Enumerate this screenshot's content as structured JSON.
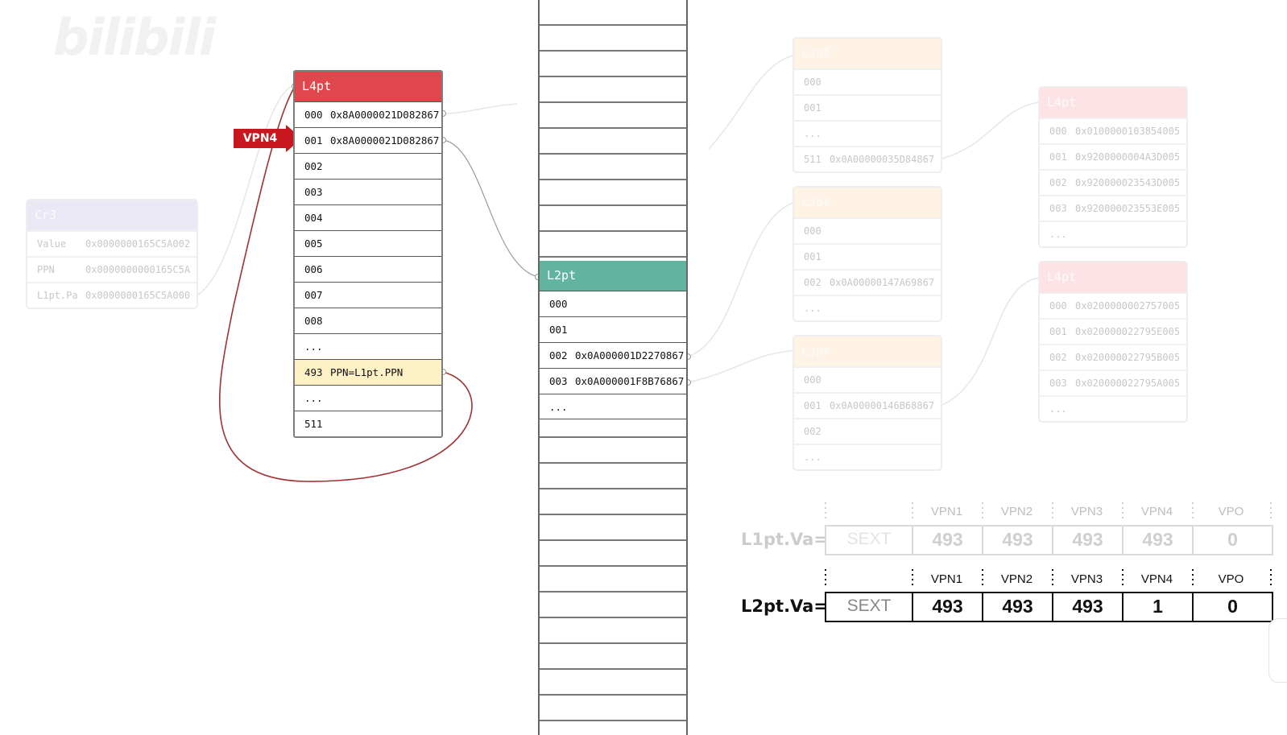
{
  "watermark": "bilibili",
  "cr3": {
    "title": "Cr3",
    "rows": [
      {
        "idx": "Value",
        "val": "0x0000000165C5A002"
      },
      {
        "idx": "PPN",
        "val": "0x0000000000165C5A"
      },
      {
        "idx": "L1pt.Pa",
        "val": "0x0000000165C5A000"
      }
    ]
  },
  "l4pt_main": {
    "title": "L4pt",
    "pointer_label": "VPN4",
    "rows": [
      {
        "idx": "000",
        "val": "0x8A0000021D082867"
      },
      {
        "idx": "001",
        "val": "0x8A0000021D082867"
      },
      {
        "idx": "002",
        "val": ""
      },
      {
        "idx": "003",
        "val": ""
      },
      {
        "idx": "004",
        "val": ""
      },
      {
        "idx": "005",
        "val": ""
      },
      {
        "idx": "006",
        "val": ""
      },
      {
        "idx": "007",
        "val": ""
      },
      {
        "idx": "008",
        "val": ""
      },
      {
        "idx": "...",
        "val": ""
      },
      {
        "idx": "493",
        "val": "PPN=L1pt.PPN"
      },
      {
        "idx": "...",
        "val": ""
      },
      {
        "idx": "511",
        "val": ""
      }
    ]
  },
  "l2pt": {
    "title": "L2pt",
    "rows": [
      {
        "idx": "000",
        "val": ""
      },
      {
        "idx": "001",
        "val": ""
      },
      {
        "idx": "002",
        "val": "0x0A000001D2270867"
      },
      {
        "idx": "003",
        "val": "0x0A000001F8B76867"
      },
      {
        "idx": "...",
        "val": ""
      }
    ]
  },
  "l3pt_boxes": [
    {
      "title": "L3pt",
      "rows": [
        {
          "idx": "000",
          "val": ""
        },
        {
          "idx": "001",
          "val": ""
        },
        {
          "idx": "...",
          "val": ""
        },
        {
          "idx": "511",
          "val": "0x0A00000035D84867"
        }
      ]
    },
    {
      "title": "L3pt",
      "rows": [
        {
          "idx": "000",
          "val": ""
        },
        {
          "idx": "001",
          "val": ""
        },
        {
          "idx": "002",
          "val": "0x0A00000147A69867"
        },
        {
          "idx": "...",
          "val": ""
        }
      ]
    },
    {
      "title": "L3pt",
      "rows": [
        {
          "idx": "000",
          "val": ""
        },
        {
          "idx": "001",
          "val": "0x0A00000146B68867"
        },
        {
          "idx": "002",
          "val": ""
        },
        {
          "idx": "...",
          "val": ""
        }
      ]
    }
  ],
  "l4pt_faded": [
    {
      "title": "L4pt",
      "rows": [
        {
          "idx": "000",
          "val": "0x0100000103854005"
        },
        {
          "idx": "001",
          "val": "0x9200000004A3D005"
        },
        {
          "idx": "002",
          "val": "0x920000023543D005"
        },
        {
          "idx": "003",
          "val": "0x920000023553E005"
        },
        {
          "idx": "...",
          "val": ""
        }
      ]
    },
    {
      "title": "L4pt",
      "rows": [
        {
          "idx": "000",
          "val": "0x0200000002757005"
        },
        {
          "idx": "001",
          "val": "0x020000022795E005"
        },
        {
          "idx": "002",
          "val": "0x020000022795B005"
        },
        {
          "idx": "003",
          "val": "0x020000022795A005"
        },
        {
          "idx": "...",
          "val": ""
        }
      ]
    }
  ],
  "va_tables": [
    {
      "label": "L1pt.Va=",
      "headers": [
        "VPN1",
        "VPN2",
        "VPN3",
        "VPN4",
        "VPO"
      ],
      "cells": [
        "SEXT",
        "493",
        "493",
        "493",
        "493",
        "0"
      ]
    },
    {
      "label": "L2pt.Va=",
      "headers": [
        "VPN1",
        "VPN2",
        "VPN3",
        "VPN4",
        "VPO"
      ],
      "cells": [
        "SEXT",
        "493",
        "493",
        "493",
        "1",
        "0"
      ]
    }
  ]
}
